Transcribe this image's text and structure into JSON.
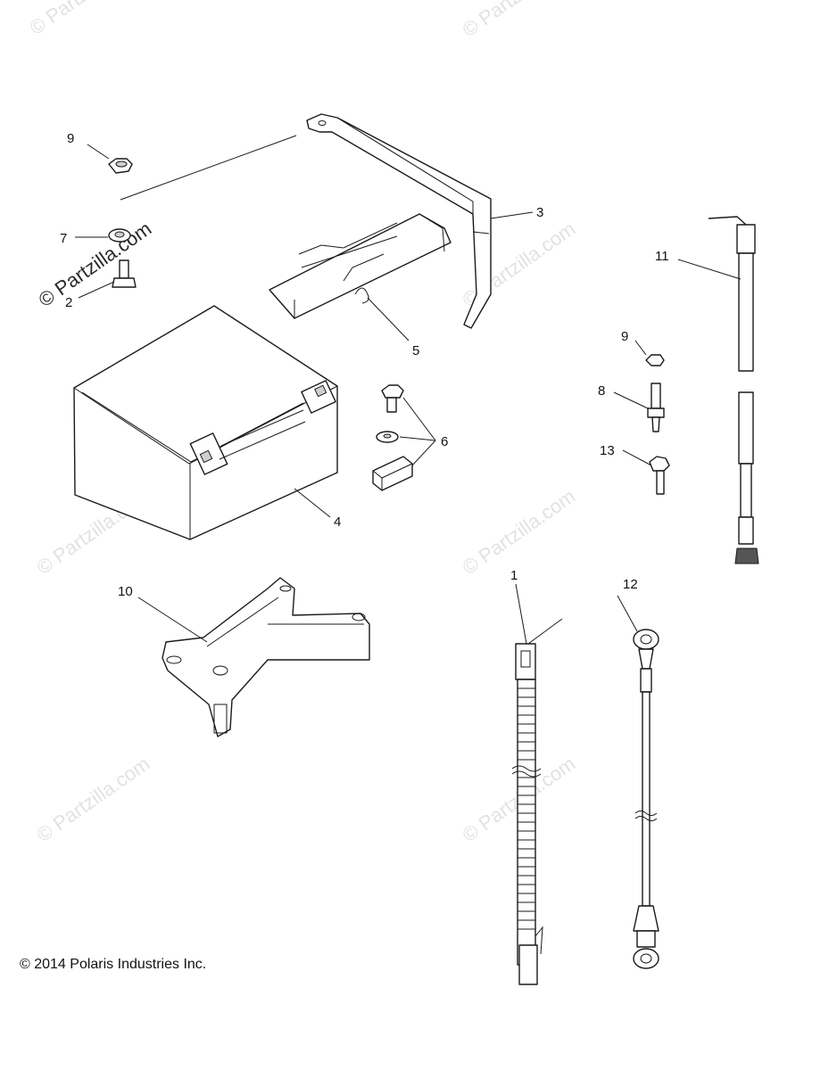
{
  "watermark": "© Partzilla.com",
  "copyright": "© 2014 Polaris Industries Inc.",
  "callouts": {
    "c9a": "9",
    "c7": "7",
    "c2": "2",
    "c3": "3",
    "c5": "5",
    "c4": "4",
    "c6": "6",
    "c10": "10",
    "c11": "11",
    "c9b": "9",
    "c8": "8",
    "c13": "13",
    "c1": "1",
    "c12": "12"
  },
  "parts": [
    {
      "ref": "1",
      "name": "battery-vent-tube"
    },
    {
      "ref": "2",
      "name": "bolt"
    },
    {
      "ref": "3",
      "name": "battery-hold-down-strap"
    },
    {
      "ref": "4",
      "name": "battery"
    },
    {
      "ref": "5",
      "name": "battery-cover"
    },
    {
      "ref": "6",
      "name": "terminal-hardware-kit"
    },
    {
      "ref": "7",
      "name": "washer"
    },
    {
      "ref": "8",
      "name": "stud"
    },
    {
      "ref": "9",
      "name": "nut"
    },
    {
      "ref": "10",
      "name": "battery-tray"
    },
    {
      "ref": "11",
      "name": "positive-cable"
    },
    {
      "ref": "12",
      "name": "ground-cable"
    },
    {
      "ref": "13",
      "name": "screw"
    }
  ]
}
